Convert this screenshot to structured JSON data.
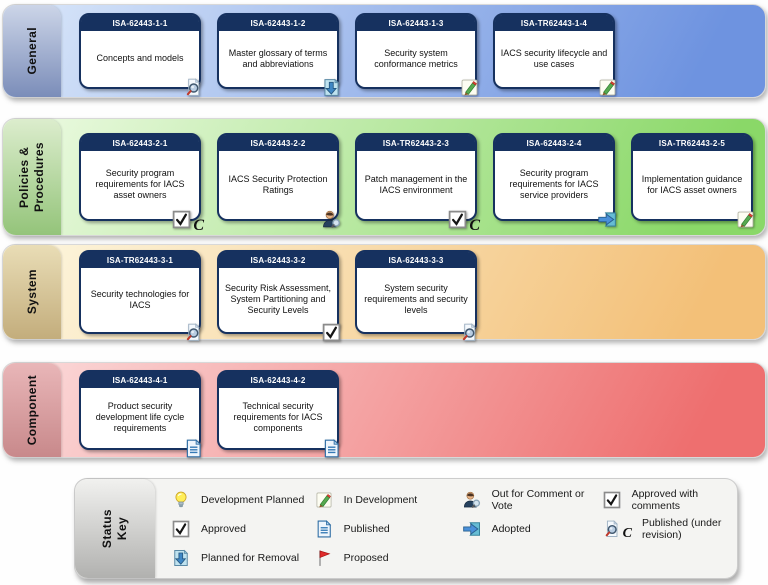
{
  "colors": {
    "navy": "#16315f",
    "band-general-light": "#dbe8fa",
    "band-general-dark": "#6e93e0",
    "tab-general-light": "#ccd5e8",
    "tab-general-dark": "#7b8db9",
    "band-policies-light": "#eefbe4",
    "band-policies-dark": "#8ad868",
    "tab-policies-light": "#dcedcd",
    "tab-policies-dark": "#94c47a",
    "band-system-light": "#fdf7e0",
    "band-system-dark": "#f3c078",
    "tab-system-light": "#e9ddb6",
    "tab-system-dark": "#c3ad7c",
    "band-component-light": "#fbdcdc",
    "band-component-dark": "#ee6f6f",
    "tab-component-light": "#e9b6b8",
    "tab-component-dark": "#c8898b",
    "key-bg": "#f4f4f2",
    "tab-key-light": "#f1f1ef",
    "tab-key-dark": "#b1b1af"
  },
  "rows": [
    {
      "label": "General",
      "cards": [
        {
          "code": "ISA-62443-1-1",
          "title": "Concepts and models",
          "status_icon": "doc-magnifier-icon"
        },
        {
          "code": "ISA-62443-1-2",
          "title": "Master glossary of terms and abbreviations",
          "status_icon": "doc-down-arrow-icon"
        },
        {
          "code": "ISA-62443-1-3",
          "title": "Security system conformance metrics",
          "status_icon": "pencil-icon"
        },
        {
          "code": "ISA-TR62443-1-4",
          "title": "IACS security lifecycle and use cases",
          "status_icon": "pencil-icon"
        }
      ]
    },
    {
      "label": "Policies &\nProcedures",
      "cards": [
        {
          "code": "ISA-62443-2-1",
          "title": "Security program requirements for IACS asset owners",
          "status_icon": "checkbox-c-icon"
        },
        {
          "code": "ISA-62443-2-2",
          "title": "IACS Security Protection Ratings",
          "status_icon": "person-magnifier-icon"
        },
        {
          "code": "ISA-TR62443-2-3",
          "title": "Patch management in the IACS environment",
          "status_icon": "checkbox-c-icon"
        },
        {
          "code": "ISA-62443-2-4",
          "title": "Security program requirements for IACS service providers",
          "status_icon": "adopted-arrow-icon"
        },
        {
          "code": "ISA-TR62443-2-5",
          "title": "Implementation guidance for IACS asset owners",
          "status_icon": "pencil-icon"
        }
      ]
    },
    {
      "label": "System",
      "cards": [
        {
          "code": "ISA-TR62443-3-1",
          "title": "Security technologies for IACS",
          "status_icon": "doc-magnifier-icon"
        },
        {
          "code": "ISA-62443-3-2",
          "title": "Security Risk Assessment, System Partitioning and Security Levels",
          "status_icon": "checkbox-icon"
        },
        {
          "code": "ISA-62443-3-3",
          "title": "System security requirements and security levels",
          "status_icon": "doc-magnifier-icon"
        }
      ]
    },
    {
      "label": "Component",
      "cards": [
        {
          "code": "ISA-62443-4-1",
          "title": "Product security development life cycle requirements",
          "status_icon": "doc-lines-icon"
        },
        {
          "code": "ISA-62443-4-2",
          "title": "Technical security requirements for IACS components",
          "status_icon": "doc-lines-icon"
        }
      ]
    }
  ],
  "status_key": {
    "label": "Status\nKey",
    "items": [
      {
        "label": "Development Planned",
        "icon": "bulb-icon"
      },
      {
        "label": "In Development",
        "icon": "pencil-icon"
      },
      {
        "label": "Out for Comment or Vote",
        "icon": "person-magnifier-icon"
      },
      {
        "label": "Approved with comments",
        "icon": "checkbox-icon"
      },
      {
        "label": "Approved",
        "icon": "checkbox-icon"
      },
      {
        "label": "Published",
        "icon": "doc-lines-icon"
      },
      {
        "label": "Adopted",
        "icon": "adopted-arrow-icon"
      },
      {
        "label": "Published (under revision)",
        "icon": "doc-magnifier-c-icon"
      },
      {
        "label": "Planned for Removal",
        "icon": "doc-down-arrow-icon"
      },
      {
        "label": "Proposed",
        "icon": "flag-icon"
      }
    ]
  }
}
